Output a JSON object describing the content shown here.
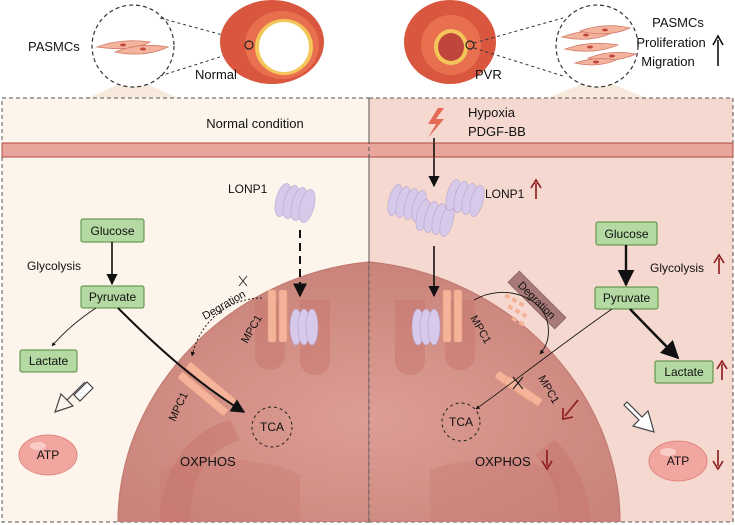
{
  "header": {
    "left_cell_label": "PASMCs",
    "normal_label": "Normal",
    "pvr_label": "PVR",
    "right_cell_label": "PASMCs",
    "proliferation_label": "Proliferation",
    "migration_label": "Migration"
  },
  "left_panel": {
    "title": "Normal condition",
    "lonp1": "LONP1",
    "glucose": "Glucose",
    "glycolysis": "Glycolysis",
    "pyruvate": "Pyruvate",
    "lactate": "Lactate",
    "degradation": "Degration",
    "mpc1_top": "MPC1",
    "mpc1_side": "MPC1",
    "tca": "TCA",
    "oxphos": "OXPHOS",
    "atp": "ATP"
  },
  "right_panel": {
    "hypoxia": "Hypoxia",
    "pdgf": "PDGF-BB",
    "lonp1": "LONP1",
    "degradation": "Degration",
    "mpc1_top": "MPC1",
    "mpc1_side": "MPC1",
    "glucose": "Glucose",
    "glycolysis": "Glycolysis",
    "pyruvate": "Pyruvate",
    "lactate": "Lactate",
    "tca": "TCA",
    "oxphos": "OXPHOS",
    "atp": "ATP"
  },
  "colors": {
    "left_bg": "#fdf4ec",
    "right_bg": "#f5d9d0",
    "mito": "#d8948c",
    "mito_dark": "#c8786f",
    "green_box": "#b5d9a3",
    "green_border": "#4e8a3a",
    "lonp1": "#d7c9ea",
    "mpc1": "#f5b49a",
    "atp": "#f2a6a0",
    "arrow_red": "#8b1a1a",
    "band": "#e7a59c"
  },
  "icons": {
    "hypoxia": "lightning-bolt-icon",
    "up": "up-arrow-icon",
    "down": "down-arrow-icon",
    "block": "x-mark-icon"
  }
}
